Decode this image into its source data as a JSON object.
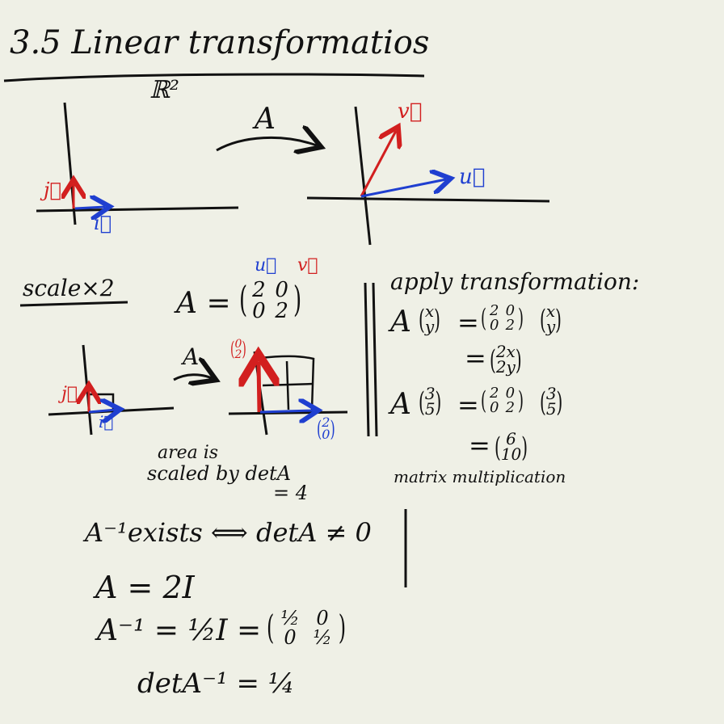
{
  "title": "3.5 Linear transformatios",
  "r2_label": "ℝ²",
  "map_label": "A",
  "vectors": {
    "i": "i⃗",
    "j": "j⃗",
    "u": "u⃗",
    "v": "v⃗"
  },
  "scale": {
    "label": "scale×2",
    "A_lhs": "A =",
    "matrix": [
      "2",
      "0",
      "0",
      "2"
    ],
    "col_u": "u⃗",
    "col_v": "v⃗",
    "arrow_label": "A",
    "v_image": [
      "0",
      "2"
    ],
    "u_image": [
      "2",
      "0"
    ],
    "area_text_1": "area is",
    "area_text_2": "scaled by detA",
    "area_text_3": "= 4"
  },
  "apply": {
    "heading": "apply transformation:",
    "line1_lhs": "A",
    "line1_vec": [
      "x",
      "y"
    ],
    "line1_eq": "=",
    "line1_mat": [
      "2",
      "0",
      "0",
      "2"
    ],
    "line1_vec2": [
      "x",
      "y"
    ],
    "line2_eq": "=",
    "line2_vec": [
      "2x",
      "2y"
    ],
    "line3_lhs": "A",
    "line3_vec": [
      "3",
      "5"
    ],
    "line3_eq": "=",
    "line3_mat": [
      "2",
      "0",
      "0",
      "2"
    ],
    "line3_vec2": [
      "3",
      "5"
    ],
    "line4_eq": "=",
    "line4_vec": [
      "6",
      "10"
    ],
    "caption": "matrix multiplication"
  },
  "inverse": {
    "line1": "A⁻¹exists ⟺ detA ≠ 0",
    "line2": "A = 2I",
    "line3_lhs": "A⁻¹ = ½I =",
    "line3_mat": [
      "½",
      "0",
      "0",
      "½"
    ],
    "line4": "detA⁻¹ = ¼"
  },
  "colors": {
    "ink": "#111111",
    "red": "#d21f1f",
    "blue": "#1f3fd0",
    "paper": "#eff0e6"
  }
}
